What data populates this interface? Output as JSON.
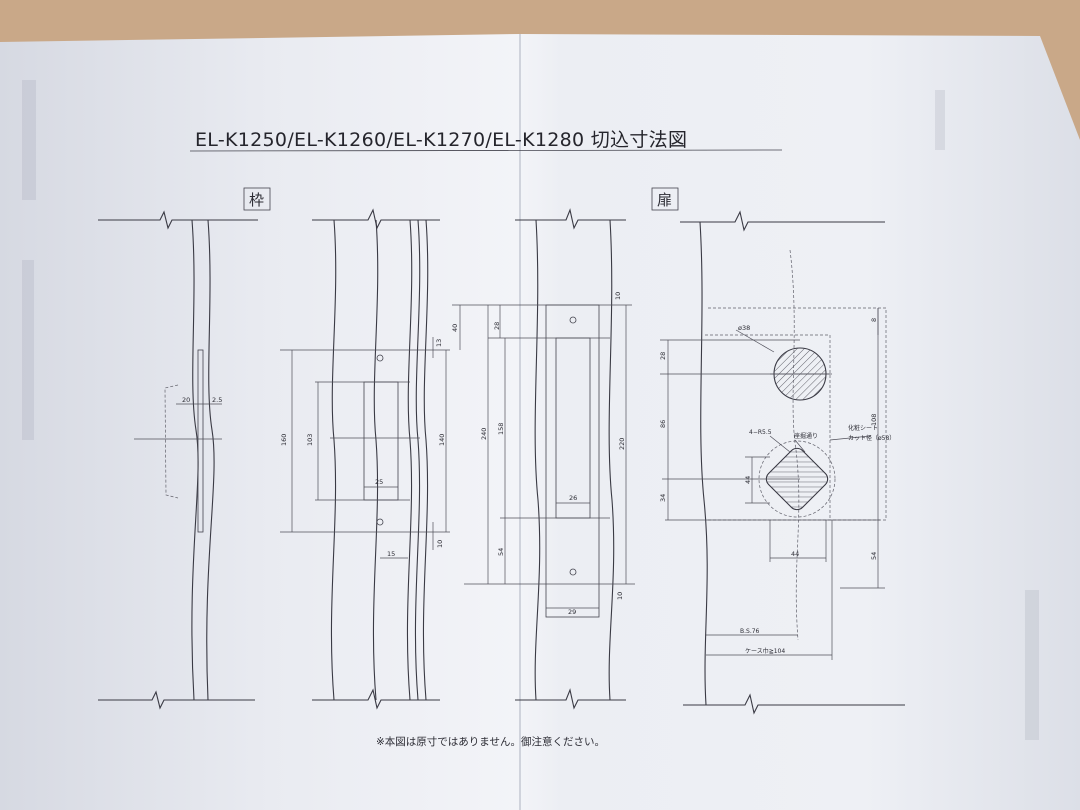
{
  "document": {
    "title": "EL-K1250/EL-K1260/EL-K1270/EL-K1280 切込寸法図",
    "frame_label": "枠",
    "door_label": "扉",
    "note": "※本図は原寸ではありません。御注意ください。"
  },
  "dimensions": {
    "frame_a": {
      "d20": "20",
      "d25": "2.5"
    },
    "frame_b": {
      "d160": "160",
      "d103": "103",
      "d25": "25",
      "d15": "15",
      "d140": "140",
      "d40": "40",
      "d13": "13",
      "d10": "10"
    },
    "frame_c": {
      "d240": "240",
      "d158": "158",
      "d28": "28",
      "d26": "26",
      "d54": "54",
      "d220": "220",
      "d29": "29",
      "d10a": "10",
      "d10b": "10"
    },
    "door": {
      "phi38": "ø38",
      "d28": "28",
      "d86": "86",
      "d34": "34",
      "hole_note": "4−R5.5",
      "bolt_note": "座掘通り",
      "seat_note_1": "化粧シート",
      "seat_note_2": "カット径（ø58）",
      "d44v": "44",
      "d44h": "44",
      "d108": "108",
      "d54": "54",
      "d8": "8",
      "bs": "B.S.76",
      "case": "ケース巾≧104"
    }
  },
  "colors": {
    "paper": "#eef0f5",
    "paper_shade": "#dcdfe8",
    "ink": "#3a3a44",
    "background": "#c9a888"
  }
}
